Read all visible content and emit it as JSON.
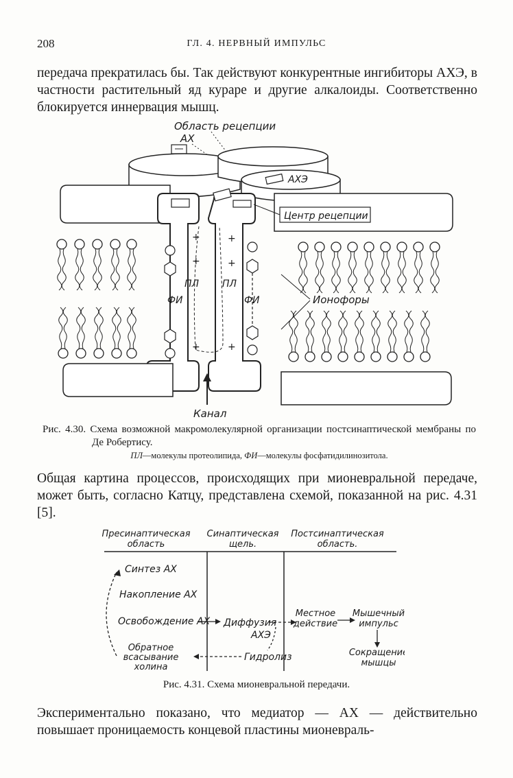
{
  "header": {
    "page_number": "208",
    "running_head": "ГЛ. 4. НЕРВНЫЙ ИМПУЛЬС"
  },
  "paragraphs": {
    "p1": "передача прекратилась бы. Так действуют конкурентные ингибиторы АХЭ, в частности растительный яд кураре и другие алкалоиды. Соответственно блокируется иннервация мышц.",
    "p2": "Общая картина процессов, происходящих при мионевральной передаче, может быть, согласно Катцу, представлена схемой, показанной на рис. 4.31 [5].",
    "p3": "Экспериментально показано, что медиатор — АХ — действительно повышает проницаемость концевой пластины мионевраль-"
  },
  "figure1": {
    "label_receptor_area": "Область рецепции",
    "label_ach": "АХ",
    "label_ache": "АХЭ",
    "label_receptor_center": "Центр рецепции",
    "label_pl_left": "ПЛ",
    "label_pl_right": "ПЛ",
    "label_fi_left": "ФИ",
    "label_fi_right": "ФИ",
    "label_ionophores": "Ионофоры",
    "label_channel": "Канал",
    "caption": "Рис. 4.30. Схема возможной макромолекулярной организации постсинаптической мембраны по Де Робертису.",
    "legend_pl_abbr": "ПЛ",
    "legend_pl_text": "—молекулы протеолипида, ",
    "legend_fi_abbr": "ФИ",
    "legend_fi_text": "—молекулы фосфатидилинозитола."
  },
  "figure2": {
    "col_presynaptic_1": "Пресинаптическая",
    "col_presynaptic_2": "область",
    "col_cleft_1": "Синаптическая",
    "col_cleft_2": "щель.",
    "col_postsynaptic_1": "Постсинаптическая",
    "col_postsynaptic_2": "область.",
    "synthesis": "Синтез АХ",
    "accumulation": "Накопление АХ",
    "release": "Освобождение АХ",
    "reuptake_1": "Обратное",
    "reuptake_2": "всасывание",
    "reuptake_3": "холина",
    "diffusion": "Диффузия",
    "ache": "АХЭ",
    "hydrolysis": "Гидролиз",
    "local_1": "Местное",
    "local_2": "действие",
    "muscle_impulse_1": "Мышечный",
    "muscle_impulse_2": "импульс",
    "contraction_1": "Сокращение",
    "contraction_2": "мышцы",
    "caption": "Рис. 4.31. Схема мионевральной передачи."
  }
}
